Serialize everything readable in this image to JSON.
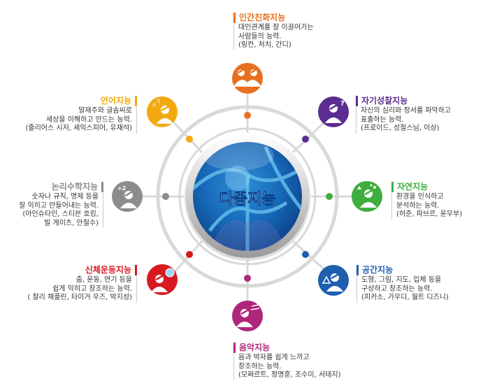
{
  "center": {
    "label": "다중지능"
  },
  "intelligences": [
    {
      "title": "인간친화지능",
      "color": "#e8701f",
      "lines": [
        "대인관계를 잘 이끌어가는",
        "사람들의 능력.",
        "(링컨, 처치, 간디)"
      ],
      "icon": "people-handshake-icon"
    },
    {
      "title": "자기성찰지능",
      "color": "#5c2d91",
      "lines": [
        "자신의 심리와 정서를 파악하고",
        "표출하는 능력.",
        "(프로이드, 성철스님, 이상)"
      ],
      "icon": "thinking-person-icon"
    },
    {
      "title": "자연지능",
      "color": "#3fae3f",
      "lines": [
        "환경을 인식하고",
        "분석하는 능력.",
        "(허준, 파브르, 윤무부)"
      ],
      "icon": "nature-person-icon"
    },
    {
      "title": "공간지능",
      "color": "#1e5fae",
      "lines": [
        "도형, 그림, 지도, 입체 등을",
        "구상하고 창조하는 능력.",
        "(피카소, 가우디, 월트 디즈니)"
      ],
      "icon": "geometry-person-icon"
    },
    {
      "title": "음악지능",
      "color": "#b0267b",
      "lines": [
        "음과 박자를 쉽게 느끼고",
        "창조하는 능력.",
        "(모짜르트, 정명훈, 조수미, 서태지)"
      ],
      "icon": "music-person-icon"
    },
    {
      "title": "신체운동지능",
      "color": "#d71920",
      "lines": [
        "춤, 운동, 연기 등을",
        "쉽게 익히고 창조하는 능력.",
        "( 찰리 채플린, 타이거 우즈, 박지성)"
      ],
      "icon": "sports-person-icon"
    },
    {
      "title": "논리수학지능",
      "color": "#8c8c8c",
      "lines": [
        "숫자나 규칙, 명제 등을",
        "잘 익히고 만들어내는 능력.",
        "(아인슈타인, 스티븐 호킹,",
        "빌 게이츠, 안철수)"
      ],
      "icon": "math-person-icon"
    },
    {
      "title": "언어지능",
      "color": "#f2a90f",
      "lines": [
        "말재주와 글솜씨로",
        "세상을 이해하고 만드는 능력.",
        "(줄리어스 시저, 셰익스피어, 유재석)"
      ],
      "icon": "speaking-person-icon"
    }
  ]
}
